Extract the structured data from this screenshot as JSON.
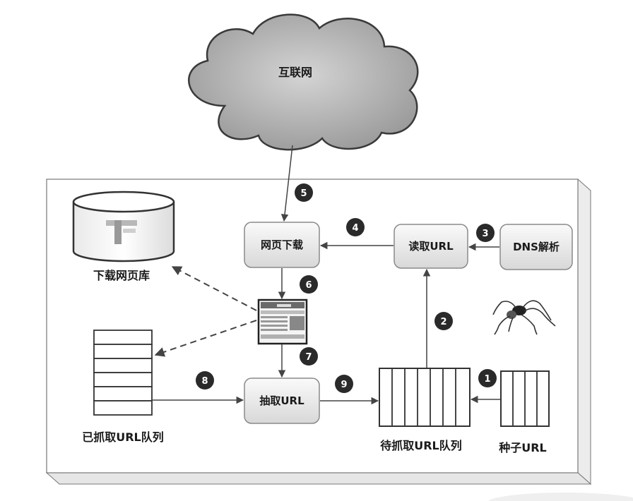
{
  "cloud": {
    "label": "互联网"
  },
  "boxes": {
    "download": "网页下载",
    "read_url": "读取URL",
    "dns": "DNS解析",
    "extract": "抽取URL"
  },
  "captions": {
    "page_store": "下载网页库",
    "crawled_queue": "已抓取URL队列",
    "pending_queue": "待抓取URL队列",
    "seed": "种子URL"
  },
  "steps": [
    "1",
    "2",
    "3",
    "4",
    "5",
    "6",
    "7",
    "8",
    "9"
  ]
}
